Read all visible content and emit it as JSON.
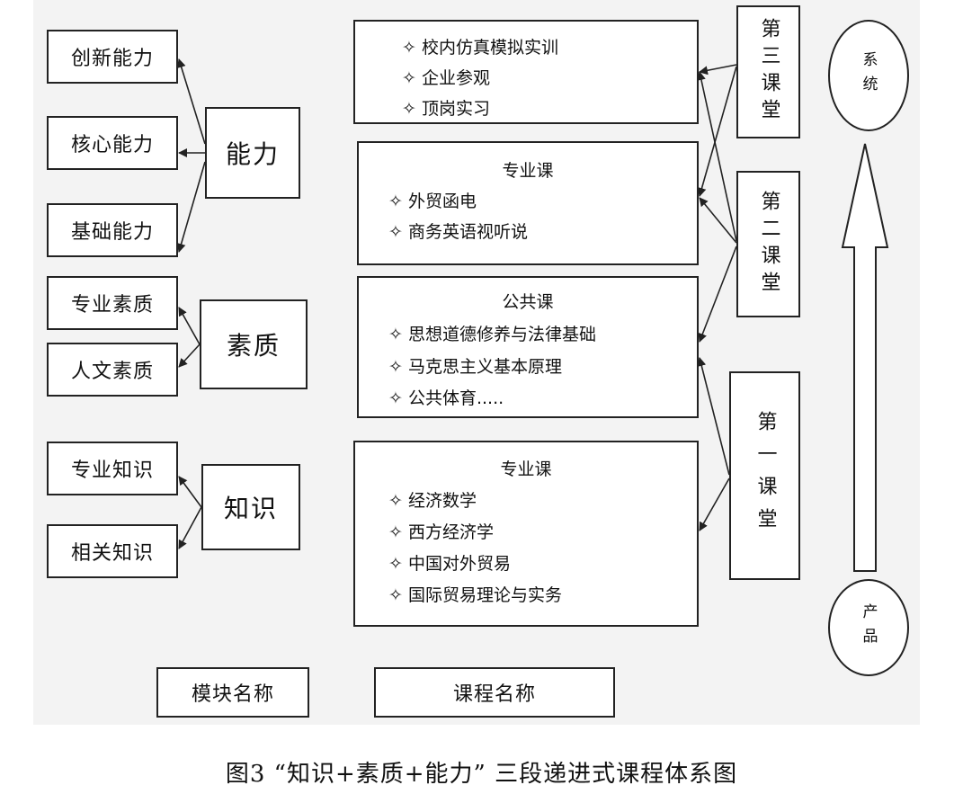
{
  "abilities": {
    "module_label": "能力",
    "items": [
      "创新能力",
      "核心能力",
      "基础能力"
    ]
  },
  "quality": {
    "module_label": "素质",
    "items": [
      "专业素质",
      "人文素质"
    ]
  },
  "knowledge": {
    "module_label": "知识",
    "items": [
      "专业知识",
      "相关知识"
    ]
  },
  "courses": {
    "practice": {
      "lines": [
        "✧ 校内仿真模拟实训",
        "✧ 企业参观",
        "✧ 顶岗实习"
      ]
    },
    "professional_upper": {
      "title": "专业课",
      "lines": [
        "✧ 外贸函电",
        "✧ 商务英语视听说"
      ]
    },
    "public": {
      "title": "公共课",
      "lines": [
        "✧ 思想道德修养与法律基础",
        "✧ 马克思主义基本原理",
        "✧ 公共体育....."
      ]
    },
    "professional_lower": {
      "title": "专业课",
      "lines": [
        "✧ 经济数学",
        "✧ 西方经济学",
        "✧ 中国对外贸易",
        "✧ 国际贸易理论与实务"
      ]
    }
  },
  "classrooms": {
    "third": "第三课堂",
    "second": "第二课堂",
    "first": "第一课堂"
  },
  "ovals": {
    "top": "系统",
    "bottom": "产品"
  },
  "legend": {
    "module_name": "模块名称",
    "course_name": "课程名称"
  },
  "caption": "图3 “知识+素质+能力” 三段递进式课程体系图"
}
